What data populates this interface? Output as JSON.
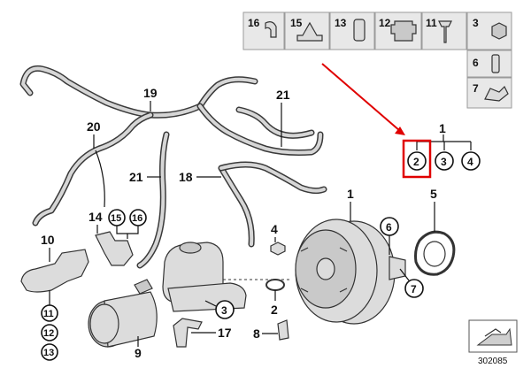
{
  "legend_labels": [
    "16",
    "15",
    "13",
    "12",
    "11",
    "3",
    "6",
    "7"
  ],
  "callouts": {
    "c1_top": "1",
    "c2_boxed": "2",
    "c3_right": "3",
    "c4": "4",
    "c5": "5",
    "c6": "6",
    "c7": "7",
    "c1_booster": "1",
    "c2_lower": "2",
    "c3_lower": "3",
    "c4_mid": "4",
    "c8": "8",
    "c9": "9",
    "c10": "10",
    "c11": "11",
    "c12": "12",
    "c13": "13",
    "c14": "14",
    "c15": "15",
    "c16": "16",
    "c17": "17",
    "c18": "18",
    "c19": "19",
    "c20": "20",
    "c21_top": "21",
    "c21_left": "21"
  },
  "diagram_number": "302085",
  "colors": {
    "highlight": "#e00000",
    "arrow": "#e00000"
  }
}
